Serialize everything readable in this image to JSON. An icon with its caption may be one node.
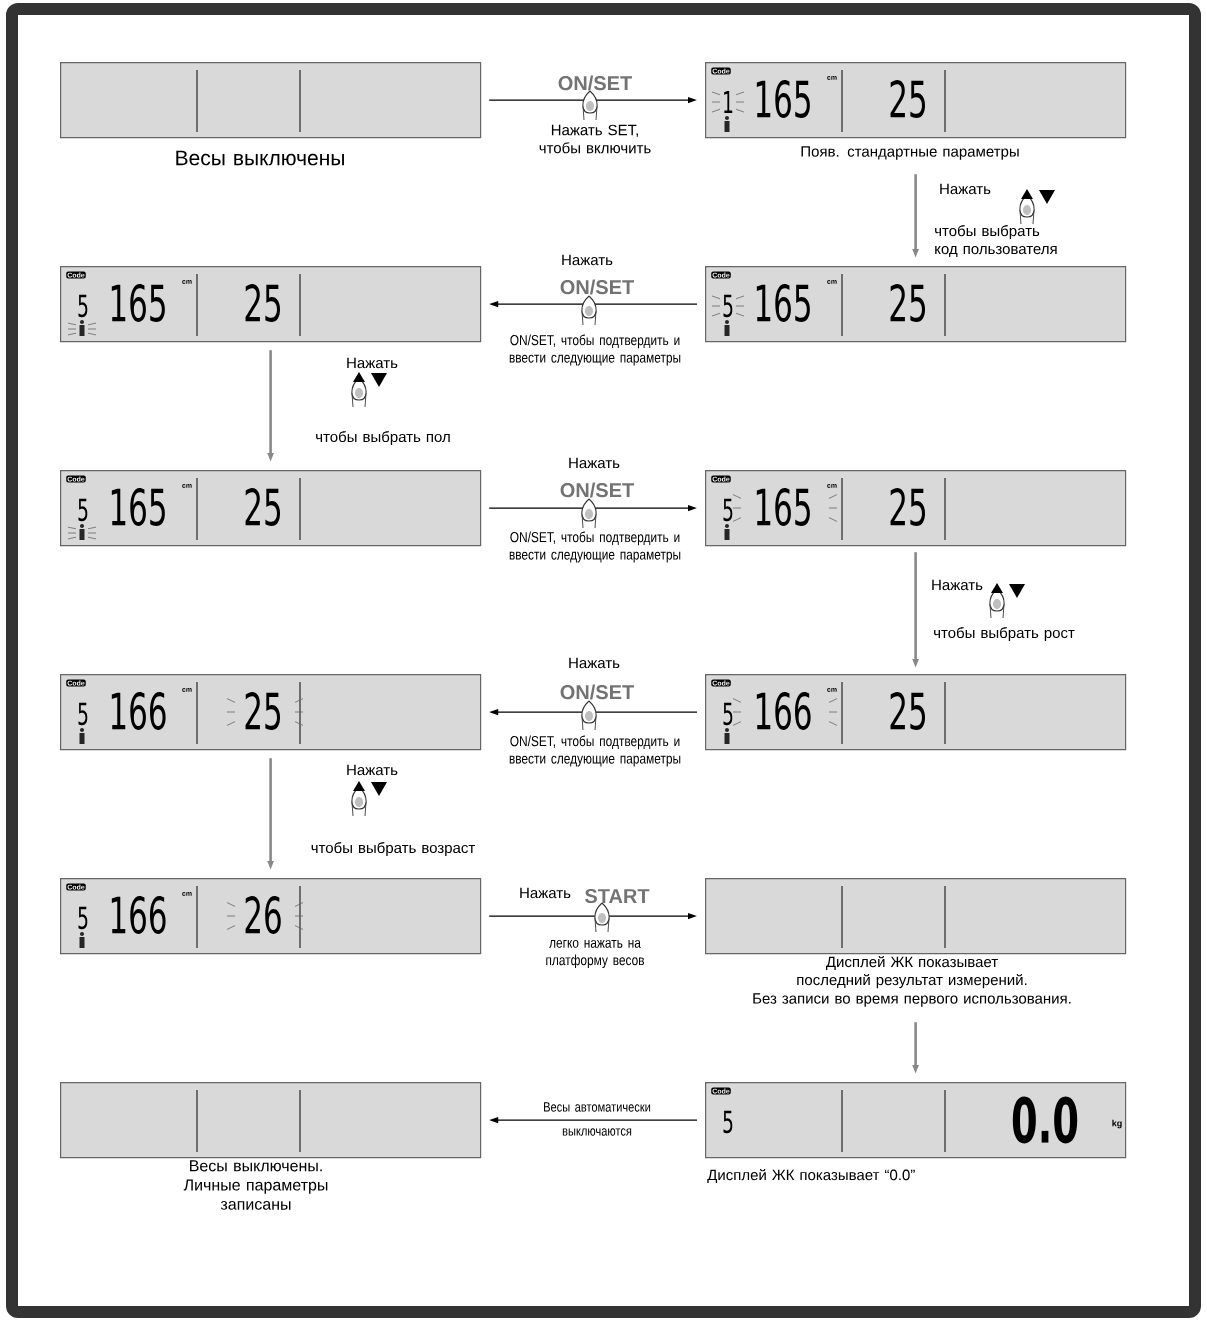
{
  "diagram": {
    "nodes": [
      {
        "text": [],
        "shape": "box",
        "beside": [
          "Весы выключены"
        ]
      },
      {
        "text": [
          "Code",
          "1",
          "165",
          "cm",
          "25"
        ],
        "beside": [
          "Появ. стандартные параметры"
        ]
      },
      {
        "text": [
          "Code",
          "5",
          "165",
          "cm",
          "25"
        ]
      },
      {
        "text": [
          "Code",
          "5",
          "165",
          "cm",
          "25"
        ]
      },
      {
        "text": [
          "Code",
          "5",
          "165",
          "cm",
          "25"
        ]
      },
      {
        "text": [
          "Code",
          "5",
          "165",
          "cm",
          "25"
        ]
      },
      {
        "text": [
          "Code",
          "5",
          "166",
          "cm",
          "25"
        ]
      },
      {
        "text": [
          "Code",
          "5",
          "166",
          "cm",
          "25"
        ]
      },
      {
        "text": [
          "Code",
          "5",
          "166",
          "cm",
          "26"
        ]
      },
      {
        "text": [],
        "shape": "box",
        "beside": [
          "Дисплей ЖК показывает последний результат измерений.",
          "Без записи во время первого использования."
        ]
      },
      {
        "text": [],
        "shape": "box",
        "beside": [
          "Весы выключены. Личные параметры записаны"
        ]
      },
      {
        "text": [
          "Code",
          "5",
          "0.0",
          "kg"
        ],
        "beside": [
          "Дисплей ЖК показывает “0.0”"
        ]
      }
    ],
    "edges": [
      {
        "from": 0,
        "to": 1,
        "arrow": "to",
        "label": "Нажать SET, чтобы включить"
      },
      {
        "from": 1,
        "to": 3,
        "arrow": "to",
        "label": "чтобы выбрать код пользователя",
        "color": "#888888"
      },
      {
        "from": 3,
        "to": 2,
        "arrow": "to",
        "label": "ON/SET, чтобы подтвердить и ввести следующие параметры"
      },
      {
        "from": 2,
        "to": 4,
        "arrow": "to",
        "label": "чтобы выбрать пол",
        "color": "#888888"
      },
      {
        "from": 4,
        "to": 5,
        "arrow": "to",
        "label": "ON/SET, чтобы подтвердить и ввести следующие параметры"
      },
      {
        "from": 5,
        "to": 7,
        "arrow": "to",
        "label": "чтобы выбрать рост",
        "color": "#888888"
      },
      {
        "from": 7,
        "to": 6,
        "arrow": "to",
        "label": "ON/SET, чтобы подтвердить и ввести следующие параметры"
      },
      {
        "from": 6,
        "to": 8,
        "arrow": "to",
        "label": "чтобы выбрать возраст",
        "color": "#888888"
      },
      {
        "from": 8,
        "to": 9,
        "arrow": "to",
        "label": "легко нажать на платформу весов"
      },
      {
        "from": 9,
        "to": 11,
        "arrow": "to",
        "color": "#888888"
      },
      {
        "from": 11,
        "to": 10,
        "arrow": "to",
        "label": "Весы автоматически выключаются"
      }
    ],
    "labels": [
      "ON/SET",
      "Нажать",
      "Нажать",
      "ON/SET",
      "Нажать",
      "Нажать",
      "ON/SET",
      "Нажать",
      "Нажать",
      "ON/SET",
      "Нажать",
      "Нажать",
      "START"
    ]
  }
}
